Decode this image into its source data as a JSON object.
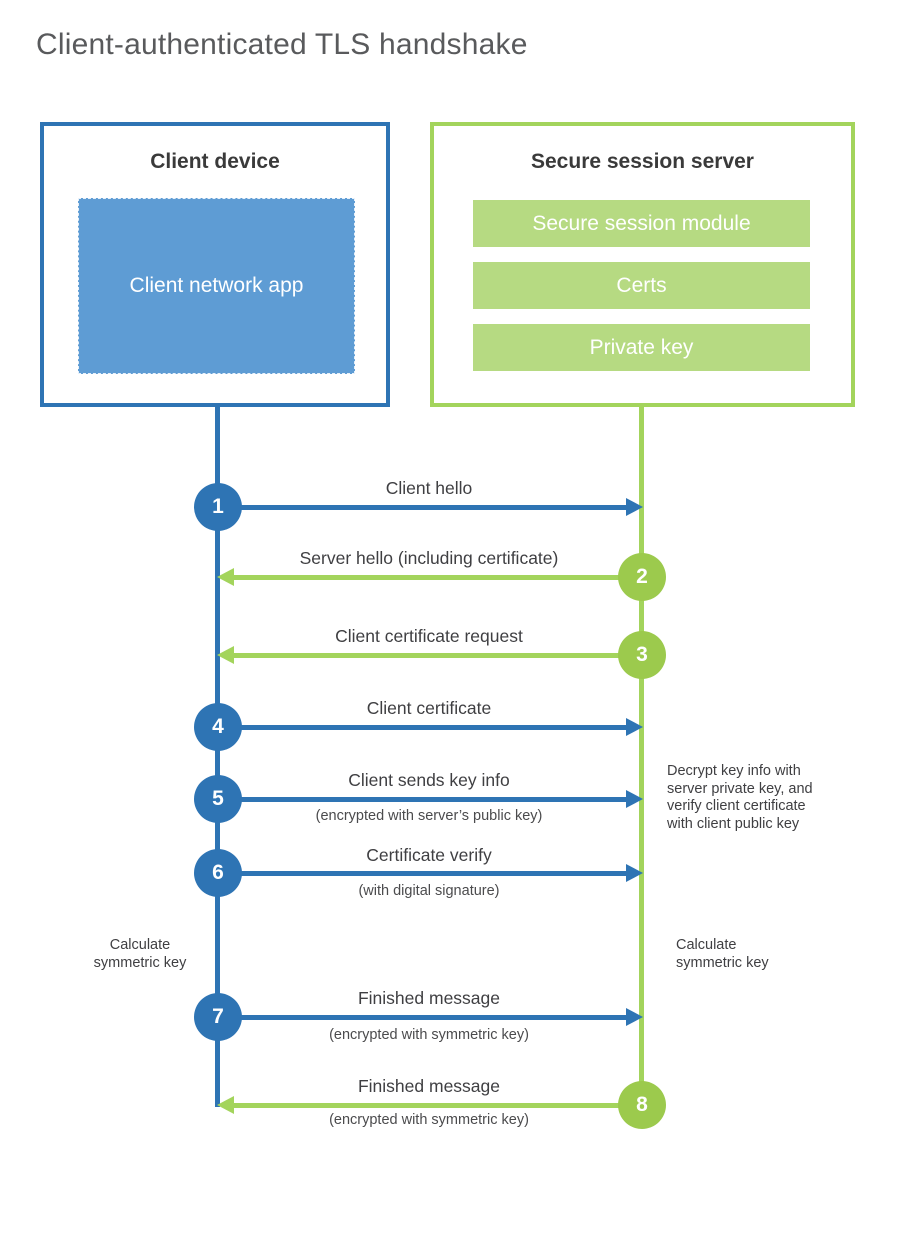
{
  "title": "Client-authenticated TLS handshake",
  "colors": {
    "blue_line": "#2e74b4",
    "blue_fill": "#5e9cd4",
    "green_line": "#a3d45c",
    "green_circle": "#9cca4d",
    "green_fill": "#b6da82",
    "text": "#3f3f42",
    "title_text": "#595a5c"
  },
  "client_box": {
    "title": "Client device",
    "app_label": "Client network app"
  },
  "server_box": {
    "title": "Secure session server",
    "modules": [
      "Secure session module",
      "Certs",
      "Private key"
    ]
  },
  "steps": [
    {
      "number": "1",
      "label": "Client hello",
      "sublabel": "",
      "direction": "client-to-server"
    },
    {
      "number": "2",
      "label": "Server hello (including certificate)",
      "sublabel": "",
      "direction": "server-to-client"
    },
    {
      "number": "3",
      "label": "Client certificate request",
      "sublabel": "",
      "direction": "server-to-client"
    },
    {
      "number": "4",
      "label": "Client certificate",
      "sublabel": "",
      "direction": "client-to-server"
    },
    {
      "number": "5",
      "label": "Client sends key info",
      "sublabel": "(encrypted with server’s public key)",
      "direction": "client-to-server"
    },
    {
      "number": "6",
      "label": "Certificate verify",
      "sublabel": "(with digital signature)",
      "direction": "client-to-server"
    },
    {
      "number": "7",
      "label": "Finished message",
      "sublabel": "(encrypted with symmetric key)",
      "direction": "client-to-server"
    },
    {
      "number": "8",
      "label": "Finished message",
      "sublabel": "(encrypted with symmetric key)",
      "direction": "server-to-client"
    }
  ],
  "notes": {
    "server_note": "Decrypt key info with server private key, and verify client certificate with client public key",
    "client_calc": "Calculate symmetric key",
    "server_calc": "Calculate symmetric key"
  }
}
